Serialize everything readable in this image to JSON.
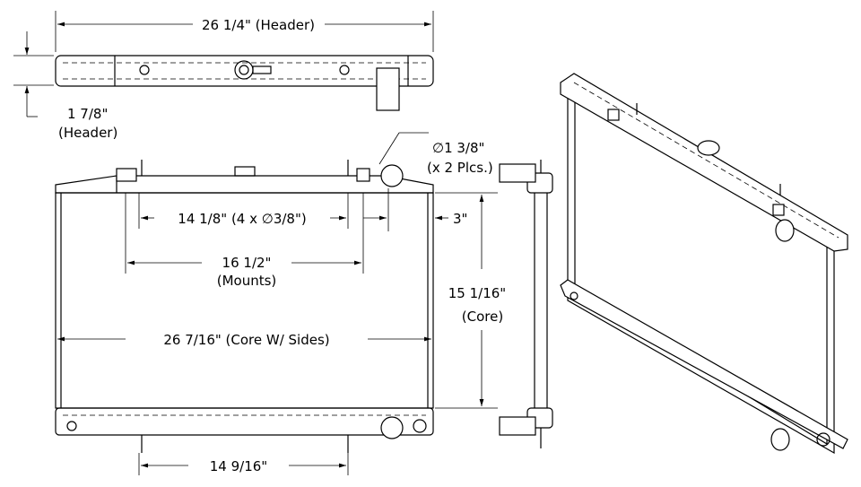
{
  "dimensions": {
    "header_width": "26 1/4\" (Header)",
    "header_height_value": "1 7/8\"",
    "header_height_label": "(Header)",
    "inlet_diameter_value": "∅1 3/8\"",
    "inlet_diameter_label": "(x 2 Plcs.)",
    "mount_holes": "14 1/8\" (4 x ∅3/8\")",
    "inlet_offset": "3\"",
    "mounts_value": "16 1/2\"",
    "mounts_label": "(Mounts)",
    "core_height_value": "15 1/16\"",
    "core_height_label": "(Core)",
    "core_width": "26 7/16\" (Core W/ Sides)",
    "bottom_mounts": "14 9/16\""
  }
}
